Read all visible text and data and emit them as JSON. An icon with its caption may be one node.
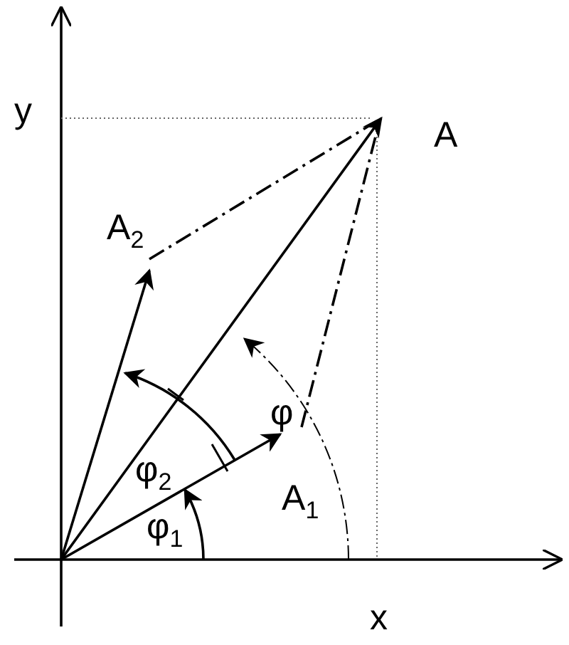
{
  "diagram": {
    "labels": [
      "y",
      "A",
      "A$_{2}$",
      "φ",
      "φ$_{2}$",
      "A$_{1}$",
      "φ$_{1}$",
      "x"
    ]
  }
}
